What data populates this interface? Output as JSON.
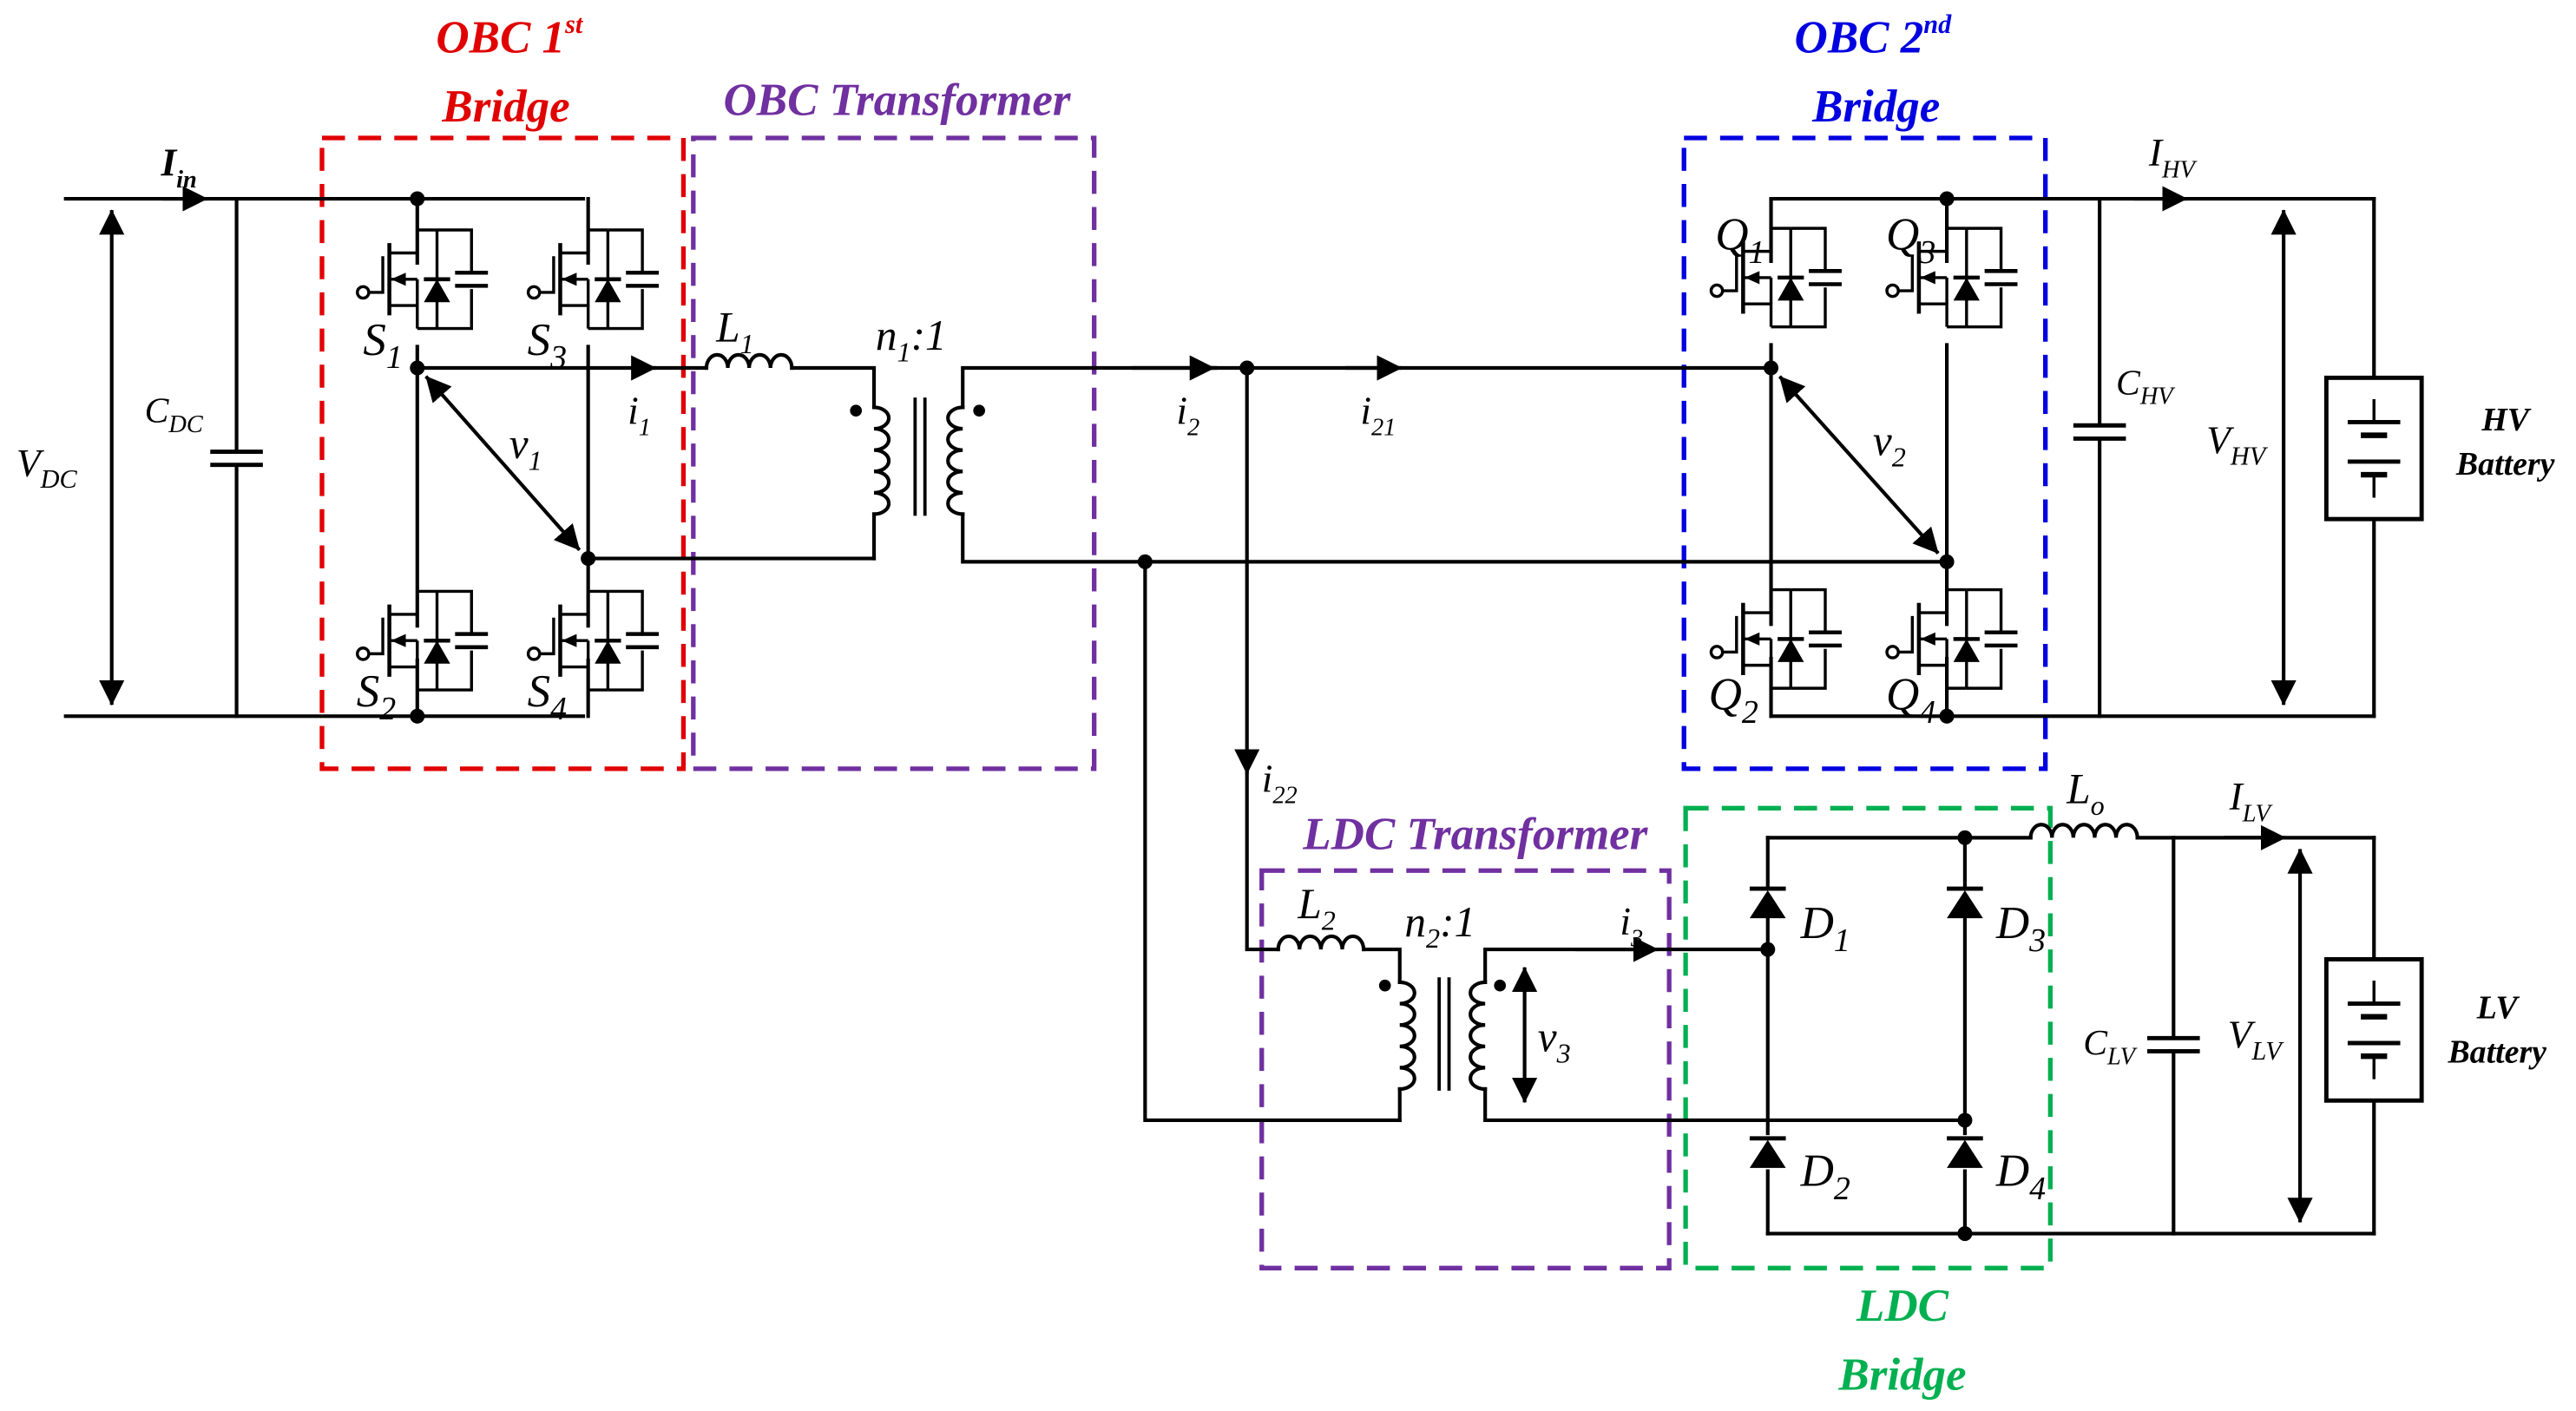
{
  "colors": {
    "obc_bridge1": "#e00000",
    "obc_transformer": "#7030a0",
    "obc_bridge2": "#0000e0",
    "ldc_transformer": "#7030a0",
    "ldc_bridge": "#00b050",
    "wire": "#000000"
  },
  "blocks": {
    "obc_bridge1": {
      "line1": "OBC 1",
      "sup": "st",
      "line2": "Bridge"
    },
    "obc_transformer": {
      "title": "OBC Transformer"
    },
    "obc_bridge2": {
      "line1": "OBC 2",
      "sup": "nd",
      "line2": "Bridge"
    },
    "ldc_transformer": {
      "title": "LDC Transformer"
    },
    "ldc_bridge": {
      "line1": "LDC",
      "line2": "Bridge"
    }
  },
  "labels": {
    "I_in": {
      "base": "I",
      "sub": "in"
    },
    "V_DC": {
      "base": "V",
      "sub": "DC"
    },
    "C_DC": {
      "base": "C",
      "sub": "DC"
    },
    "S1": {
      "base": "S",
      "sub": "1"
    },
    "S2": {
      "base": "S",
      "sub": "2"
    },
    "S3": {
      "base": "S",
      "sub": "3"
    },
    "S4": {
      "base": "S",
      "sub": "4"
    },
    "v1": {
      "base": "v",
      "sub": "1"
    },
    "i1": {
      "base": "i",
      "sub": "1"
    },
    "L1": {
      "base": "L",
      "sub": "1"
    },
    "n1": {
      "base": "n",
      "sub": "1",
      "tail": ":1"
    },
    "i2": {
      "base": "i",
      "sub": "2"
    },
    "i21": {
      "base": "i",
      "sub": "21"
    },
    "i22": {
      "base": "i",
      "sub": "22"
    },
    "Q1": {
      "base": "Q",
      "sub": "1"
    },
    "Q2": {
      "base": "Q",
      "sub": "2"
    },
    "Q3": {
      "base": "Q",
      "sub": "3"
    },
    "Q4": {
      "base": "Q",
      "sub": "4"
    },
    "v2": {
      "base": "v",
      "sub": "2"
    },
    "I_HV": {
      "base": "I",
      "sub": "HV"
    },
    "C_HV": {
      "base": "C",
      "sub": "HV"
    },
    "V_HV": {
      "base": "V",
      "sub": "HV"
    },
    "HV_battery": {
      "line1": "HV",
      "line2": "Battery"
    },
    "L2": {
      "base": "L",
      "sub": "2"
    },
    "n2": {
      "base": "n",
      "sub": "2",
      "tail": ":1"
    },
    "i3": {
      "base": "i",
      "sub": "3"
    },
    "v3": {
      "base": "v",
      "sub": "3"
    },
    "D1": {
      "base": "D",
      "sub": "1"
    },
    "D2": {
      "base": "D",
      "sub": "2"
    },
    "D3": {
      "base": "D",
      "sub": "3"
    },
    "D4": {
      "base": "D",
      "sub": "4"
    },
    "Lo": {
      "base": "L",
      "sub": "o"
    },
    "I_LV": {
      "base": "I",
      "sub": "LV"
    },
    "C_LV": {
      "base": "C",
      "sub": "LV"
    },
    "V_LV": {
      "base": "V",
      "sub": "LV"
    },
    "LV_battery": {
      "line1": "LV",
      "line2": "Battery"
    }
  }
}
